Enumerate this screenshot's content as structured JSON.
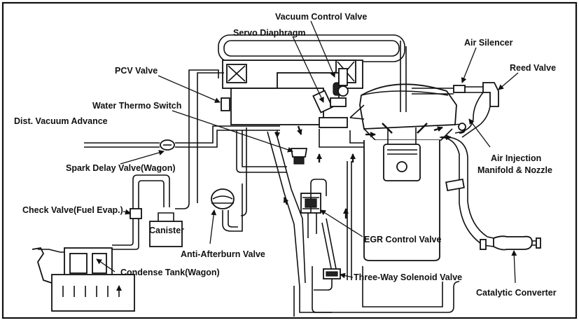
{
  "labels": {
    "vacuum_control_valve": "Vacuum Control Valve",
    "servo_diaphragm": "Servo Diaphragm",
    "air_silencer": "Air Silencer",
    "reed_valve": "Reed Valve",
    "pcv_valve": "PCV Valve",
    "water_thermo_switch": "Water Thermo Switch",
    "dist_vacuum_advance": "Dist. Vacuum Advance",
    "spark_delay_valve": "Spark Delay Valve(Wagon)",
    "air_injection_line1": "Air Injection",
    "air_injection_line2": "Manifold & Nozzle",
    "check_valve": "Check Valve(Fuel Evap.)",
    "canister": "Canister",
    "anti_afterburn_valve": "Anti-Afterburn Valve",
    "egr_control_valve": "EGR Control Valve",
    "condense_tank": "Condense Tank(Wagon)",
    "three_way_solenoid_valve": "Three-Way Solenoid Valve",
    "catalytic_converter": "Catalytic Converter"
  },
  "colors": {
    "line": "#111111",
    "background": "#ffffff"
  }
}
